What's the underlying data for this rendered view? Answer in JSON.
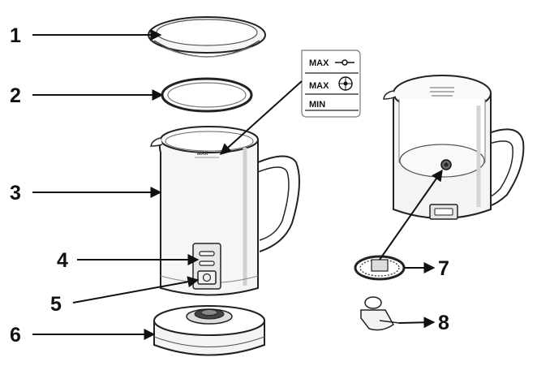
{
  "callouts": {
    "c1": "1",
    "c2": "2",
    "c3": "3",
    "c4": "4",
    "c5": "5",
    "c6": "6",
    "c7": "7",
    "c8": "8"
  },
  "level_marks": {
    "max_froth": "MAX",
    "max_whisk": "MAX",
    "min": "MIN"
  },
  "jug_inner_mark": "MAX",
  "colors": {
    "line": "#1a1a1a",
    "body_fill": "#f4f4f4",
    "shade": "#dcdcdc"
  }
}
